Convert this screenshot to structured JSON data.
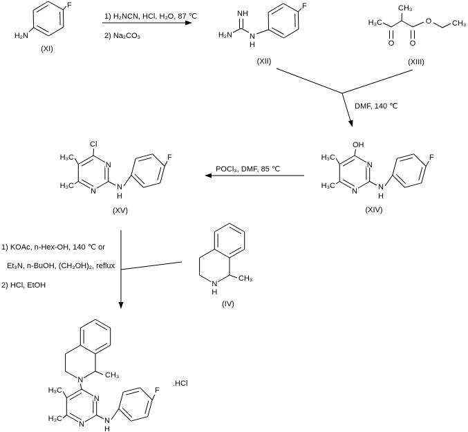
{
  "glyphs": {
    "f": "F",
    "n": "N",
    "h": "H",
    "nh": "NH",
    "oh": "OH",
    "cl": "Cl",
    "o": "O",
    "h2n": "H₂N",
    "h3c": "H₃C",
    "ch3": "CH₃",
    "salt": ".HCl"
  },
  "compounds": {
    "xi": {
      "label": "(XI)"
    },
    "xii": {
      "label": "(XII)"
    },
    "xiii": {
      "label": "(XIII)"
    },
    "xiv": {
      "label": "(XIV)"
    },
    "xv": {
      "label": "(XV)"
    },
    "iv": {
      "label": "(IV)"
    }
  },
  "reactions": {
    "step1": {
      "line1": "1) H₂NCN, HCl, H₂O, 87 ℃",
      "line2": "2) Na₂CO₃"
    },
    "step2": {
      "line1": "DMF, 140 ℃"
    },
    "step3": {
      "line1": "POCl₃, DMF, 85 ℃"
    },
    "step4": {
      "line1": "1) KOAc, n-Hex-OH, 140 ℃ or",
      "line2": "Et₃N, n-BuOH, (CH₂OH)₂, reflux",
      "line3": "2) HCl, EtOH"
    }
  }
}
